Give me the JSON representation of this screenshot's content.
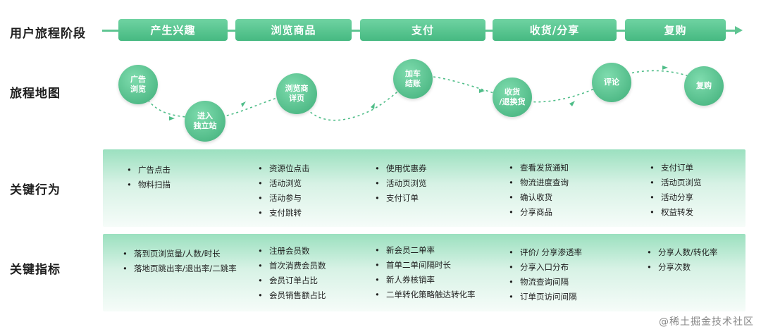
{
  "rows": {
    "stage": "用户旅程阶段",
    "map": "旅程地图",
    "behavior": "关键行为",
    "metrics": "关键指标"
  },
  "stages": [
    "产生兴趣",
    "浏览商品",
    "支付",
    "收货/分享",
    "复购"
  ],
  "nodes": [
    "广告\n浏览",
    "进入\n独立站",
    "浏览商\n详页",
    "加车\n结账",
    "收货\n/退换货",
    "评论",
    "复购"
  ],
  "behaviors": [
    [
      "广告点击",
      "物料扫描"
    ],
    [
      "资源位点击",
      "活动浏览",
      "活动参与",
      "支付跳转"
    ],
    [
      "使用优惠券",
      "活动页浏览",
      "支付订单"
    ],
    [
      "查看发货通知",
      "物流进度查询",
      "确认收货",
      "分享商品"
    ],
    [
      "支付订单",
      "活动页浏览",
      "活动分享",
      "权益转发"
    ]
  ],
  "metrics": [
    [
      "落到页浏览量/人数/时长",
      "落地页跳出率/退出率/二跳率"
    ],
    [
      "注册会员数",
      "首次消费会员数",
      "会员订单占比",
      "会员销售额占比"
    ],
    [
      "新会员二单率",
      "首单二单间隔时长",
      "新人券核销率",
      "二单转化策略触达转化率"
    ],
    [
      "评价/ 分享渗透率",
      "分享入口分布",
      "物流查询间隔",
      "订单页访问间隔"
    ],
    [
      "分享人数/转化率",
      "分享次数"
    ]
  ],
  "watermark": "@稀土掘金技术社区",
  "colors": {
    "accent": "#4fbd88",
    "band_top": "#9be0bf"
  }
}
